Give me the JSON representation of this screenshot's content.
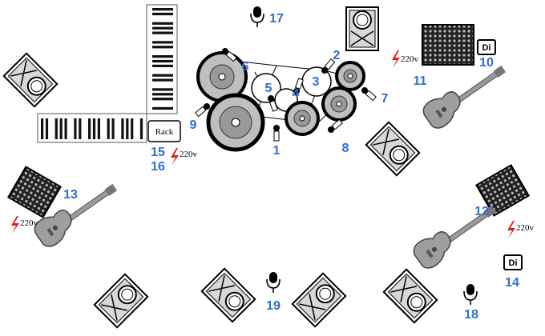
{
  "labels": {
    "n1": "1",
    "n2": "2",
    "n3": "3",
    "n4": "4",
    "n5": "5",
    "n6": "6",
    "n7": "7",
    "n8": "8",
    "n9": "9",
    "n10": "10",
    "n11": "11",
    "n12": "12",
    "n13": "13",
    "n14": "14",
    "n15": "15",
    "n16": "16",
    "n17": "17",
    "n18": "18",
    "n19": "19"
  },
  "power_label": "220v",
  "rack_label": "Rack",
  "di_label": "Di",
  "icons": [
    "wedge-monitor-icon",
    "amp-cabinet-icon",
    "guitar-icon",
    "microphone-icon",
    "power-outlet-icon",
    "keyboard-icon",
    "drum-kit-icon",
    "di-box-icon"
  ],
  "colors": {
    "label_blue": "#2f6fd0",
    "power_red": "#e0201a",
    "grey": "#8a8a8a"
  }
}
